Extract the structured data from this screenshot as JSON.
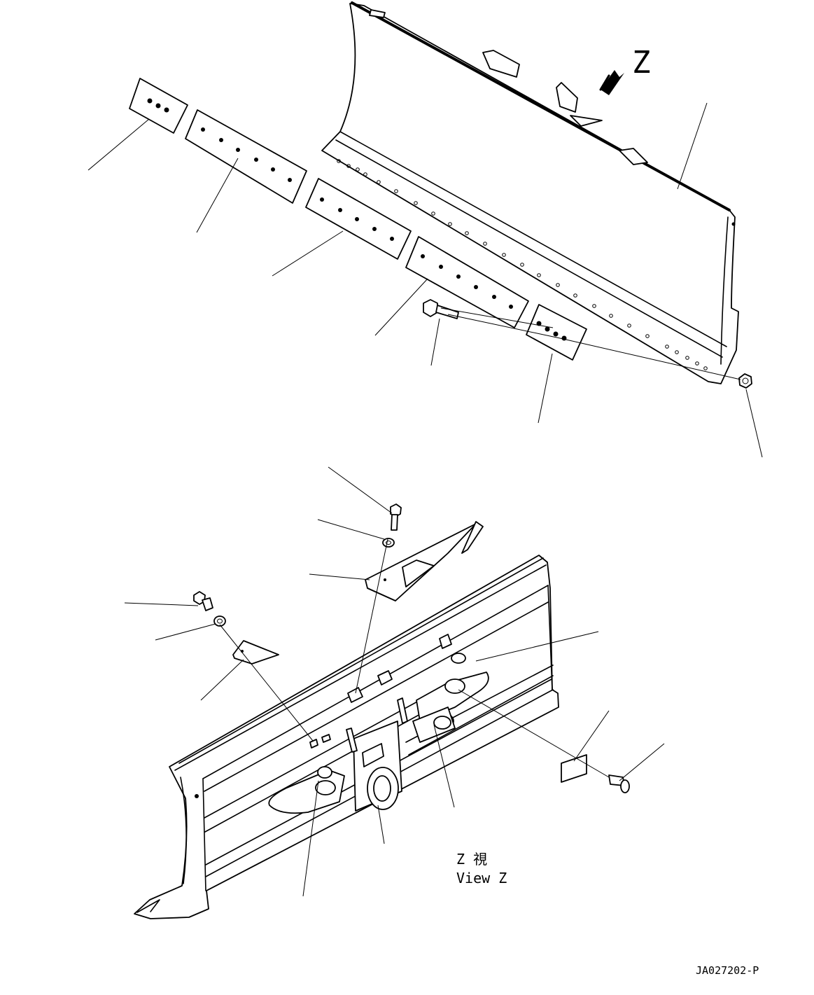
{
  "view_marker": "Z",
  "view_caption": {
    "line1": "Z 視",
    "line2": "View Z"
  },
  "drawing_id": "JA027202-P",
  "colors": {
    "line": "#000000",
    "background": "#ffffff"
  }
}
